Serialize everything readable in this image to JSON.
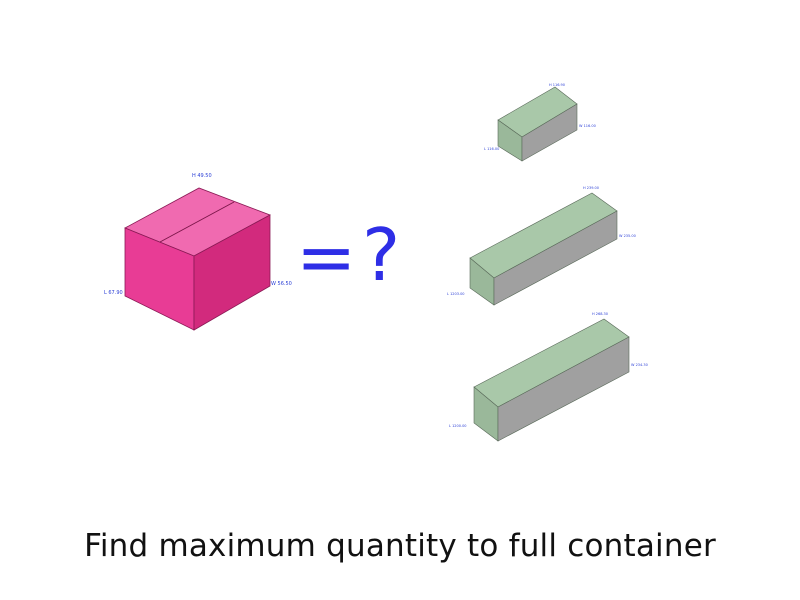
{
  "carton": {
    "color": "#e0348c",
    "height_label": "H 49.50",
    "length_label": "L 67.90",
    "width_label": "W 56.50"
  },
  "equation": {
    "equals": "=",
    "question": "?"
  },
  "containers": [
    {
      "name": "container-small",
      "color": "#9fbf9f",
      "height_label": "H 116.90",
      "width_label": "W 116.00",
      "length_label": "L 116.00"
    },
    {
      "name": "container-medium",
      "color": "#9fbf9f",
      "height_label": "H 239.00",
      "width_label": "W 235.00",
      "length_label": "L 1203.00"
    },
    {
      "name": "container-large",
      "color": "#9fbf9f",
      "height_label": "H 268.30",
      "width_label": "W 234.30",
      "length_label": "L 1200.00"
    }
  ],
  "caption": "Find maximum quantity to full container"
}
